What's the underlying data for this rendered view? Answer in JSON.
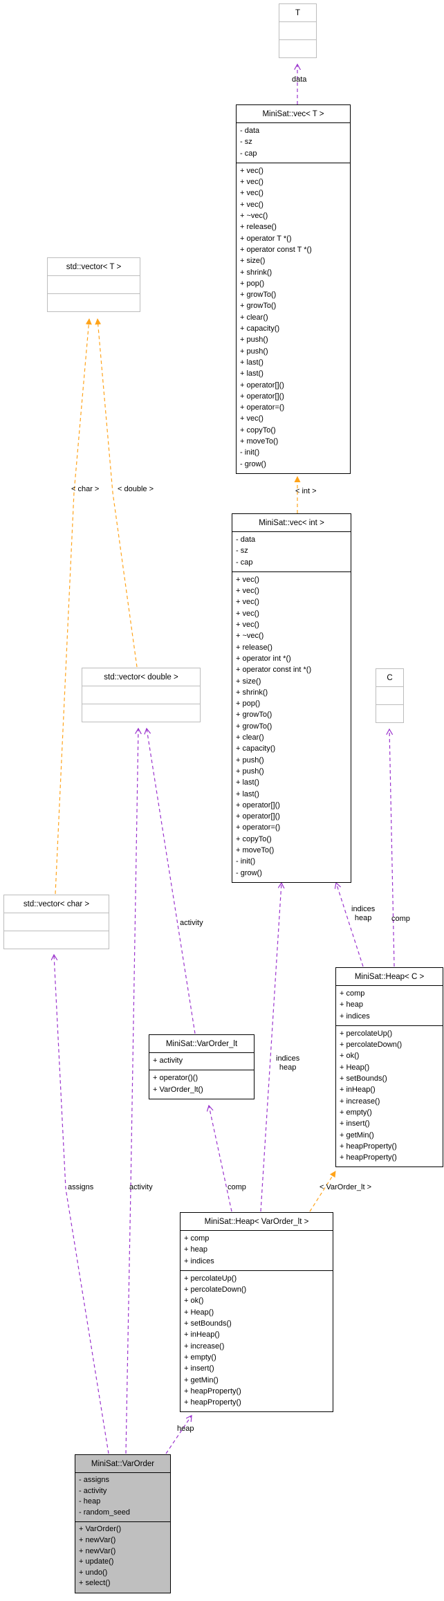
{
  "colors": {
    "usage_edge": "#9a32cd",
    "template_edge": "#ffa319",
    "selected_fill": "#bfbfbf",
    "light_border": "#bcbcbc",
    "dark_border": "#000000"
  },
  "classes": {
    "t": {
      "title": "T"
    },
    "c": {
      "title": "C"
    },
    "vector_t": {
      "title": "std::vector< T >"
    },
    "vector_double": {
      "title": "std::vector< double >"
    },
    "vector_char": {
      "title": "std::vector< char >"
    },
    "vec_t": {
      "title": "MiniSat::vec< T >",
      "attrs": [
        "- data",
        "- sz",
        "- cap"
      ],
      "methods": [
        "+ vec()",
        "+ vec()",
        "+ vec()",
        "+ vec()",
        "+ ~vec()",
        "+ release()",
        "+ operator T *()",
        "+ operator const T *()",
        "+ size()",
        "+ shrink()",
        "+ pop()",
        "+ growTo()",
        "+ growTo()",
        "+ clear()",
        "+ capacity()",
        "+ push()",
        "+ push()",
        "+ last()",
        "+ last()",
        "+ operator[]()",
        "+ operator[]()",
        "+ operator=()",
        "+ vec()",
        "+ copyTo()",
        "+ moveTo()",
        "- init()",
        "- grow()"
      ]
    },
    "vec_int": {
      "title": "MiniSat::vec< int >",
      "attrs": [
        "- data",
        "- sz",
        "- cap"
      ],
      "methods": [
        "+ vec()",
        "+ vec()",
        "+ vec()",
        "+ vec()",
        "+ vec()",
        "+ ~vec()",
        "+ release()",
        "+ operator int *()",
        "+ operator const int *()",
        "+ size()",
        "+ shrink()",
        "+ pop()",
        "+ growTo()",
        "+ growTo()",
        "+ clear()",
        "+ capacity()",
        "+ push()",
        "+ push()",
        "+ last()",
        "+ last()",
        "+ operator[]()",
        "+ operator[]()",
        "+ operator=()",
        "+ copyTo()",
        "+ moveTo()",
        "- init()",
        "- grow()"
      ]
    },
    "varorder_lt": {
      "title": "MiniSat::VarOrder_lt",
      "attrs": [
        "+ activity"
      ],
      "methods": [
        "+ operator()()",
        "+ VarOrder_lt()"
      ]
    },
    "heap_c": {
      "title": "MiniSat::Heap< C >",
      "attrs": [
        "+ comp",
        "+ heap",
        "+ indices"
      ],
      "methods": [
        "+ percolateUp()",
        "+ percolateDown()",
        "+ ok()",
        "+ Heap()",
        "+ setBounds()",
        "+ inHeap()",
        "+ increase()",
        "+ empty()",
        "+ insert()",
        "+ getMin()",
        "+ heapProperty()",
        "+ heapProperty()"
      ]
    },
    "heap_varorder_lt": {
      "title": "MiniSat::Heap< VarOrder_lt >",
      "attrs": [
        "+ comp",
        "+ heap",
        "+ indices"
      ],
      "methods": [
        "+ percolateUp()",
        "+ percolateDown()",
        "+ ok()",
        "+ Heap()",
        "+ setBounds()",
        "+ inHeap()",
        "+ increase()",
        "+ empty()",
        "+ insert()",
        "+ getMin()",
        "+ heapProperty()",
        "+ heapProperty()"
      ]
    },
    "varorder": {
      "title": "MiniSat::VarOrder",
      "attrs": [
        "- assigns",
        "- activity",
        "- heap",
        "- random_seed"
      ],
      "methods": [
        "+ VarOrder()",
        "+ newVar()",
        "+ newVar()",
        "+ update()",
        "+ undo()",
        "+ select()"
      ]
    }
  },
  "edge_labels": {
    "data": "data",
    "int_inst": "< int >",
    "char_inst": "< char >",
    "double_inst": "< double >",
    "activity_mid": "activity",
    "indices_heap_right": "indices\nheap",
    "comp_right": "comp",
    "indices_heap_mid": "indices\nheap",
    "assigns": "assigns",
    "activity_bottom": "activity",
    "comp_bottom": "comp",
    "varorder_lt_inst": "< VarOrder_lt >",
    "heap": "heap"
  }
}
